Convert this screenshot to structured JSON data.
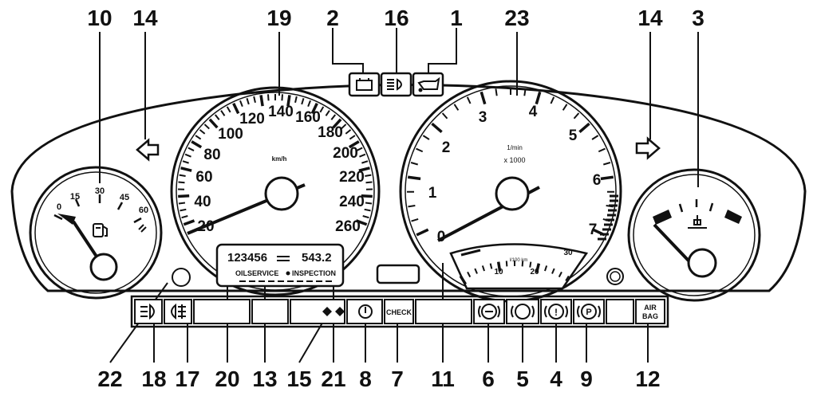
{
  "callouts": {
    "top": [
      "10",
      "14",
      "19",
      "2",
      "16",
      "1",
      "23",
      "14",
      "3"
    ],
    "bottom": [
      "22",
      "18",
      "17",
      "20",
      "13",
      "15",
      "21",
      "8",
      "7",
      "11",
      "6",
      "5",
      "4",
      "9",
      "12"
    ]
  },
  "speedometer": {
    "scale": [
      "20",
      "40",
      "60",
      "80",
      "100",
      "120",
      "140",
      "160",
      "180",
      "200",
      "220",
      "240",
      "260"
    ],
    "unit": "km/h"
  },
  "tachometer": {
    "scale": [
      "0",
      "1",
      "2",
      "3",
      "4",
      "5",
      "6",
      "7"
    ],
    "unit_line1": "1/min",
    "unit_line2": "x 1000",
    "economy_scale": [
      "10",
      "20",
      "30"
    ],
    "economy_unit": "l/100 km"
  },
  "temperature_gauge": {
    "scale": [
      "0",
      "15",
      "30",
      "45",
      "60"
    ]
  },
  "display": {
    "odometer": "123456",
    "trip": "543.2",
    "service_label": "OILSERVICE",
    "inspection_label": "INSPECTION"
  },
  "warning_panel": {
    "check_label": "CHECK",
    "airbag_line1": "AIR",
    "airbag_line2": "BAG",
    "parking_brake_symbol": "P",
    "brake_symbol": "!"
  }
}
